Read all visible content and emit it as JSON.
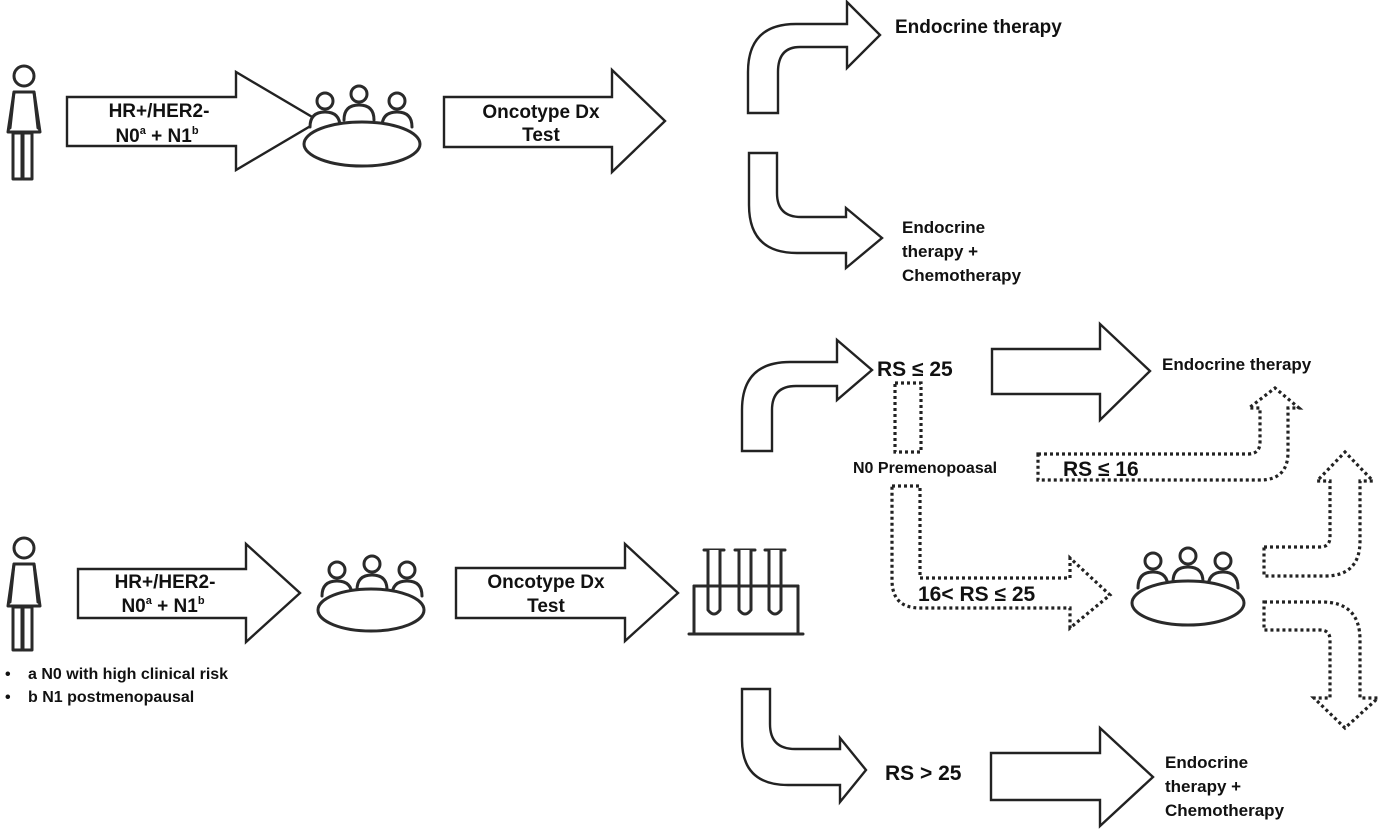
{
  "top": {
    "arrow1": {
      "line1": "HR+/HER2-",
      "line2_main_a": "N0",
      "line2_sup_a": "a",
      "line2_mid": " + N1",
      "line2_sup_b": "b"
    },
    "arrow2": {
      "line1": "Oncotype Dx",
      "line2": "Test"
    },
    "outcome_up": "Endocrine therapy",
    "outcome_down": {
      "line1": "Endocrine",
      "line2": "therapy +",
      "line3": "Chemotherapy"
    }
  },
  "bottom": {
    "arrow1": {
      "line1": "HR+/HER2-",
      "line2_main_a": "N0",
      "line2_sup_a": "a",
      "line2_mid": " + N1",
      "line2_sup_b": "b"
    },
    "arrow2": {
      "line1": "Oncotype Dx",
      "line2": "Test"
    },
    "rs_low": "RS ≤ 25",
    "rs_high": "RS > 25",
    "premeno": "N0 Premenopoasal",
    "rs_16": "RS ≤ 16",
    "rs_mid": "16< RS ≤ 25",
    "outcome_up": "Endocrine therapy",
    "outcome_down": {
      "line1": "Endocrine",
      "line2": "therapy +",
      "line3": "Chemotherapy"
    }
  },
  "footnotes": [
    {
      "bullet": "•",
      "text": "a N0 with high clinical risk"
    },
    {
      "bullet": "•",
      "text": "b N1 postmenopausal"
    }
  ]
}
